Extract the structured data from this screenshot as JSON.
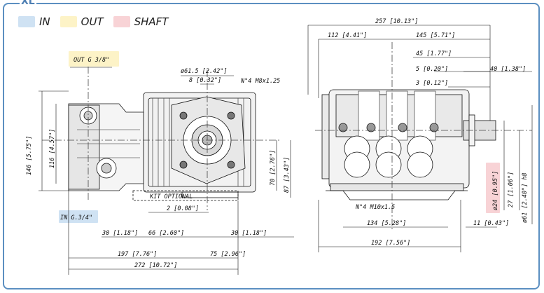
{
  "title": "XL",
  "legend": [
    {
      "label": "IN",
      "color": "#cfe2f3"
    },
    {
      "label": "OUT",
      "color": "#fdf3c7"
    },
    {
      "label": "SHAFT",
      "color": "#f8d3d6"
    }
  ],
  "labels": {
    "out_port": "OUT G 3/8\"",
    "in_port": "IN G.3/4\"",
    "d61_5": "ø61.5 [2.42\"]",
    "d8": "8 [0.32\"]",
    "m8": "N°4 M8x1.25",
    "kit": "KIT OPTIONAL",
    "h146": "146 [5.75\"]",
    "h116": "116 [4.57\"]",
    "h70": "70 [2.76\"]",
    "h87": "87 [3.43\"]",
    "d2": "2 [0.08\"]",
    "d30a": "30 [1.18\"]",
    "d66": "66 [2.60\"]",
    "d30b": "30 [1.18\"]",
    "d197": "197 [7.76\"]",
    "d75": "75 [2.96\"]",
    "d272": "272 [10.72\"]",
    "d257": "257 [10.13\"]",
    "d112": "112 [4.41\"]",
    "d145": "145 [5.71\"]",
    "d45": "45 [1.77\"]",
    "d5": "5 [0.20\"]",
    "d40": "40 [1.38\"]",
    "d3": "3 [0.12\"]",
    "m10": "N°4 M10x1.5",
    "d134": "134 [5.28\"]",
    "d11": "11 [0.43\"]",
    "d192": "192 [7.56\"]",
    "shaft24": "ø24 [0.95\"]",
    "h27": "27 [1.06\"]",
    "h61": "ø61 [2.40\"] h8"
  }
}
